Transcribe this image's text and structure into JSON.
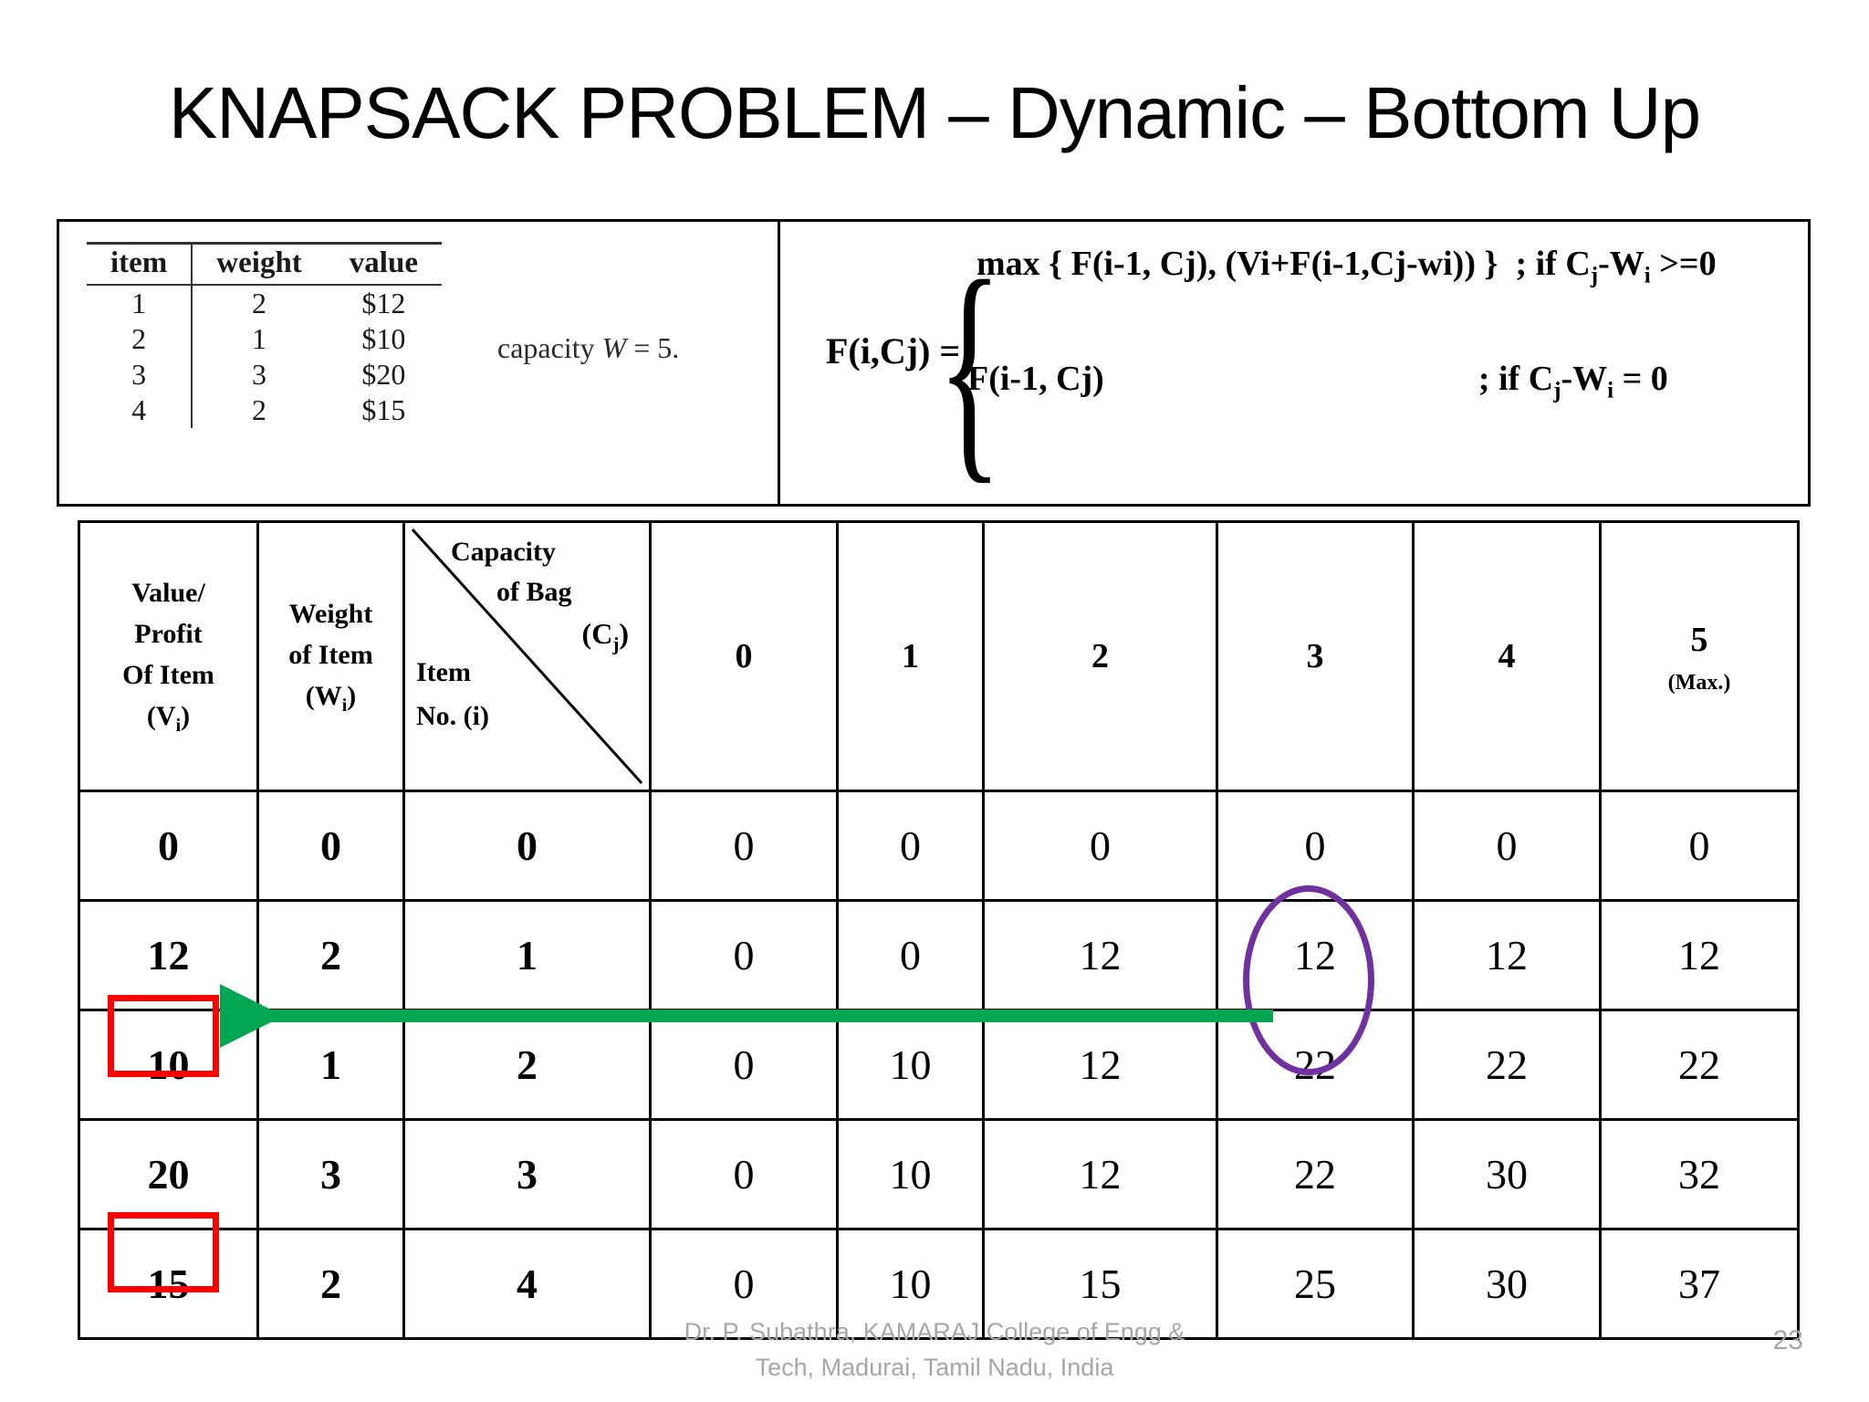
{
  "slide": {
    "title": "KNAPSACK PROBLEM – Dynamic – Bottom Up",
    "page_number": "23",
    "footer_line1": "Dr. P. Subathra, KAMARAJ College of Engg &",
    "footer_line2": "Tech, Madurai, Tamil Nadu, India"
  },
  "item_table": {
    "headers": [
      "item",
      "weight",
      "value"
    ],
    "rows": [
      [
        "1",
        "2",
        "$12"
      ],
      [
        "2",
        "1",
        "$10"
      ],
      [
        "3",
        "3",
        "$20"
      ],
      [
        "4",
        "2",
        "$15"
      ]
    ],
    "capacity_note_prefix": "capacity ",
    "capacity_note_var": "W",
    "capacity_note_suffix": " = 5."
  },
  "formula": {
    "lhs": "F(i,Cj) =",
    "case1_expr": "max { F(i-1, Cj), (Vi+F(i-1,Cj-wi)) }",
    "case1_cond_prefix": "; if C",
    "case1_cond_j": "j",
    "case1_cond_mid": "-W",
    "case1_cond_i": "i",
    "case1_cond_suffix": " >=0",
    "case2_expr": "F(i-1, Cj)",
    "case2_cond_prefix": "; if C",
    "case2_cond_j": "j",
    "case2_cond_mid": "-W",
    "case2_cond_i": "i",
    "case2_cond_suffix": " = 0"
  },
  "dp_table": {
    "header": {
      "value_col": {
        "l1": "Value/",
        "l2": "Profit",
        "l3": "Of Item",
        "l4": "(V",
        "sub": "i",
        "l5": ")"
      },
      "weight_col": {
        "l1": "Weight",
        "l2": "of Item",
        "l3": "(W",
        "sub": "i",
        "l4": ")"
      },
      "slash_col": {
        "capacity": "Capacity",
        "of_bag": "of Bag",
        "cj": "(C",
        "cj_sub": "j",
        "cj_close": ")",
        "item": "Item",
        "item_no": "No.  (i)"
      },
      "capacity_columns": [
        "0",
        "1",
        "2",
        "3",
        "4",
        "5"
      ],
      "max_note": "(Max.)"
    },
    "rows": [
      {
        "value": "0",
        "weight": "0",
        "item_no": "0",
        "cells": [
          "0",
          "0",
          "0",
          "0",
          "0",
          "0"
        ]
      },
      {
        "value": "12",
        "weight": "2",
        "item_no": "1",
        "cells": [
          "0",
          "0",
          "12",
          "12",
          "12",
          "12"
        ]
      },
      {
        "value": "10",
        "weight": "1",
        "item_no": "2",
        "cells": [
          "0",
          "10",
          "12",
          "22",
          "22",
          "22"
        ]
      },
      {
        "value": "20",
        "weight": "3",
        "item_no": "3",
        "cells": [
          "0",
          "10",
          "12",
          "22",
          "30",
          "32"
        ]
      },
      {
        "value": "15",
        "weight": "2",
        "item_no": "4",
        "cells": [
          "0",
          "10",
          "15",
          "25",
          "30",
          "37"
        ]
      }
    ]
  },
  "annotations": {
    "red_box_color": "#ff0000",
    "purple_ellipse_color": "#7030a0",
    "green_arrow_color": "#00a650",
    "red_highlight_values": [
      "10",
      "15"
    ],
    "circled_values": [
      "12",
      "22"
    ],
    "arrow_from_cell": "22",
    "arrow_to_cell": "10"
  }
}
